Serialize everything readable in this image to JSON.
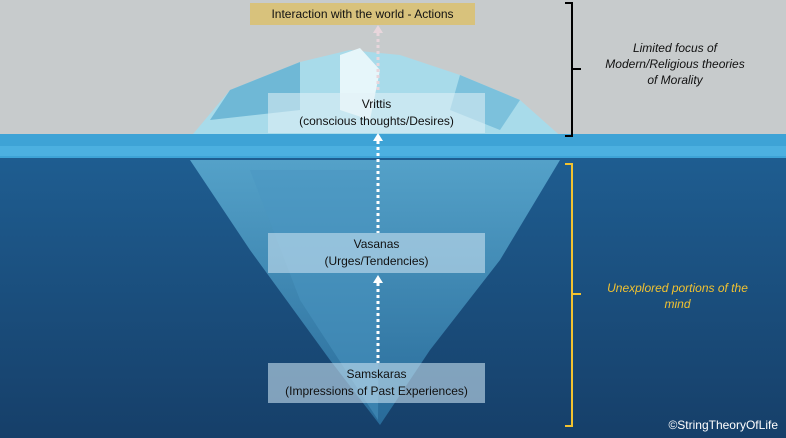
{
  "top_box": {
    "label": "Interaction with the world - Actions",
    "color": "#d8c27c"
  },
  "levels": [
    {
      "name": "Vrittis",
      "desc": "(conscious thoughts/Desires)"
    },
    {
      "name": "Vasanas",
      "desc": "(Urges/Tendencies)"
    },
    {
      "name": "Samskaras",
      "desc": "(Impressions of Past Experiences)"
    }
  ],
  "annotations": {
    "above": {
      "lines": [
        "Limited focus of",
        "Modern/Religious theories",
        "of Morality"
      ],
      "color": "#111111"
    },
    "below": {
      "lines": [
        "Unexplored portions of the",
        "mind"
      ],
      "color": "#f2c230"
    }
  },
  "watermark": "©StringTheoryOfLife",
  "colors": {
    "sky": "#c7cbcc",
    "water_top": "#1f5f93",
    "water_bottom": "#163f69"
  }
}
